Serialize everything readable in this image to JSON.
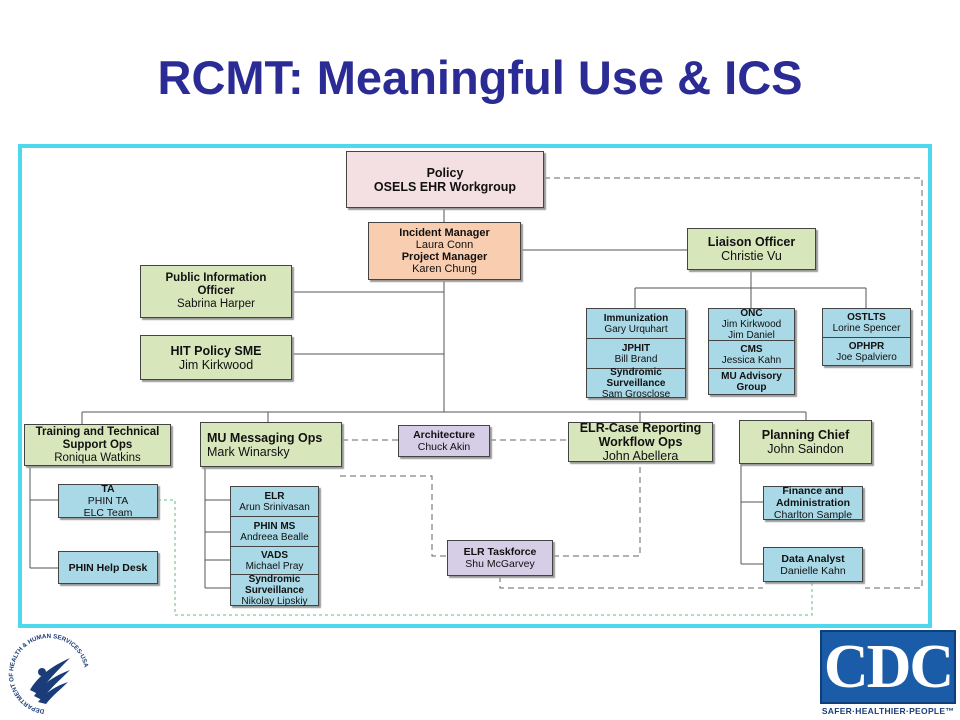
{
  "title": "RCMT: Meaningful Use & ICS",
  "boxes": {
    "policy": {
      "line1": "Policy",
      "line2": "OSELS EHR Workgroup"
    },
    "incident": {
      "role1": "Incident Manager",
      "name1": "Laura Conn",
      "role2": "Project Manager",
      "name2": "Karen Chung"
    },
    "liaison": {
      "role": "Liaison Officer",
      "name": "Christie Vu"
    },
    "pio": {
      "role1": "Public Information",
      "role2": "Officer",
      "name": "Sabrina Harper"
    },
    "hit": {
      "role": "HIT Policy SME",
      "name": "Jim Kirkwood"
    },
    "immunization_stack": [
      {
        "role": "Immunization",
        "name": "Gary Urquhart"
      },
      {
        "role": "JPHIT",
        "name": "Bill Brand"
      },
      {
        "role": "Syndromic Surveillance",
        "name": "Sam Grosclose"
      }
    ],
    "onc_stack": [
      {
        "role": "ONC",
        "name": "Jim Kirkwood",
        "name2": "Jim Daniel"
      },
      {
        "role": "CMS",
        "name": "Jessica Kahn"
      },
      {
        "role": "MU Advisory Group",
        "name": ""
      }
    ],
    "ostlts_stack": [
      {
        "role": "OSTLTS",
        "name": "Lorine Spencer"
      },
      {
        "role": "OPHPR",
        "name": "Joe Spalviero"
      }
    ],
    "training": {
      "role1": "Training and Technical",
      "role2": "Support Ops",
      "name": "Roniqua Watkins"
    },
    "mu_messaging": {
      "role": "MU Messaging Ops",
      "name": "Mark Winarsky"
    },
    "architecture": {
      "role": "Architecture",
      "name": "Chuck Akin"
    },
    "elr_case": {
      "role1": "ELR-Case Reporting",
      "role2": "Workflow Ops",
      "name": "John Abellera"
    },
    "planning": {
      "role": "Planning Chief",
      "name": "John Saindon"
    },
    "ta": {
      "role": "TA",
      "name1": "PHIN TA",
      "name2": "ELC Team"
    },
    "phin_help": {
      "role": "PHIN Help Desk"
    },
    "elr_stack": [
      {
        "role": "ELR",
        "name": "Arun Srinivasan"
      },
      {
        "role": "PHIN MS",
        "name": "Andreea Bealle"
      },
      {
        "role": "VADS",
        "name": "Michael Pray"
      },
      {
        "role": "Syndromic Surveillance",
        "name": "Nikolay Lipskiy"
      }
    ],
    "elr_taskforce": {
      "role": "ELR Taskforce",
      "name": "Shu McGarvey"
    },
    "finance": {
      "role1": "Finance and",
      "role2": "Administration",
      "name": "Charlton Sample"
    },
    "data_analyst": {
      "role": "Data Analyst",
      "name": "Danielle Kahn"
    }
  },
  "logos": {
    "hhs_text": "DEPARTMENT OF HEALTH & HUMAN SERVICES·USA",
    "cdc_text": "CDC",
    "cdc_tagline": "SAFER·HEALTHIER·PEOPLE™",
    "cdc_color": "#1a5ca8"
  }
}
